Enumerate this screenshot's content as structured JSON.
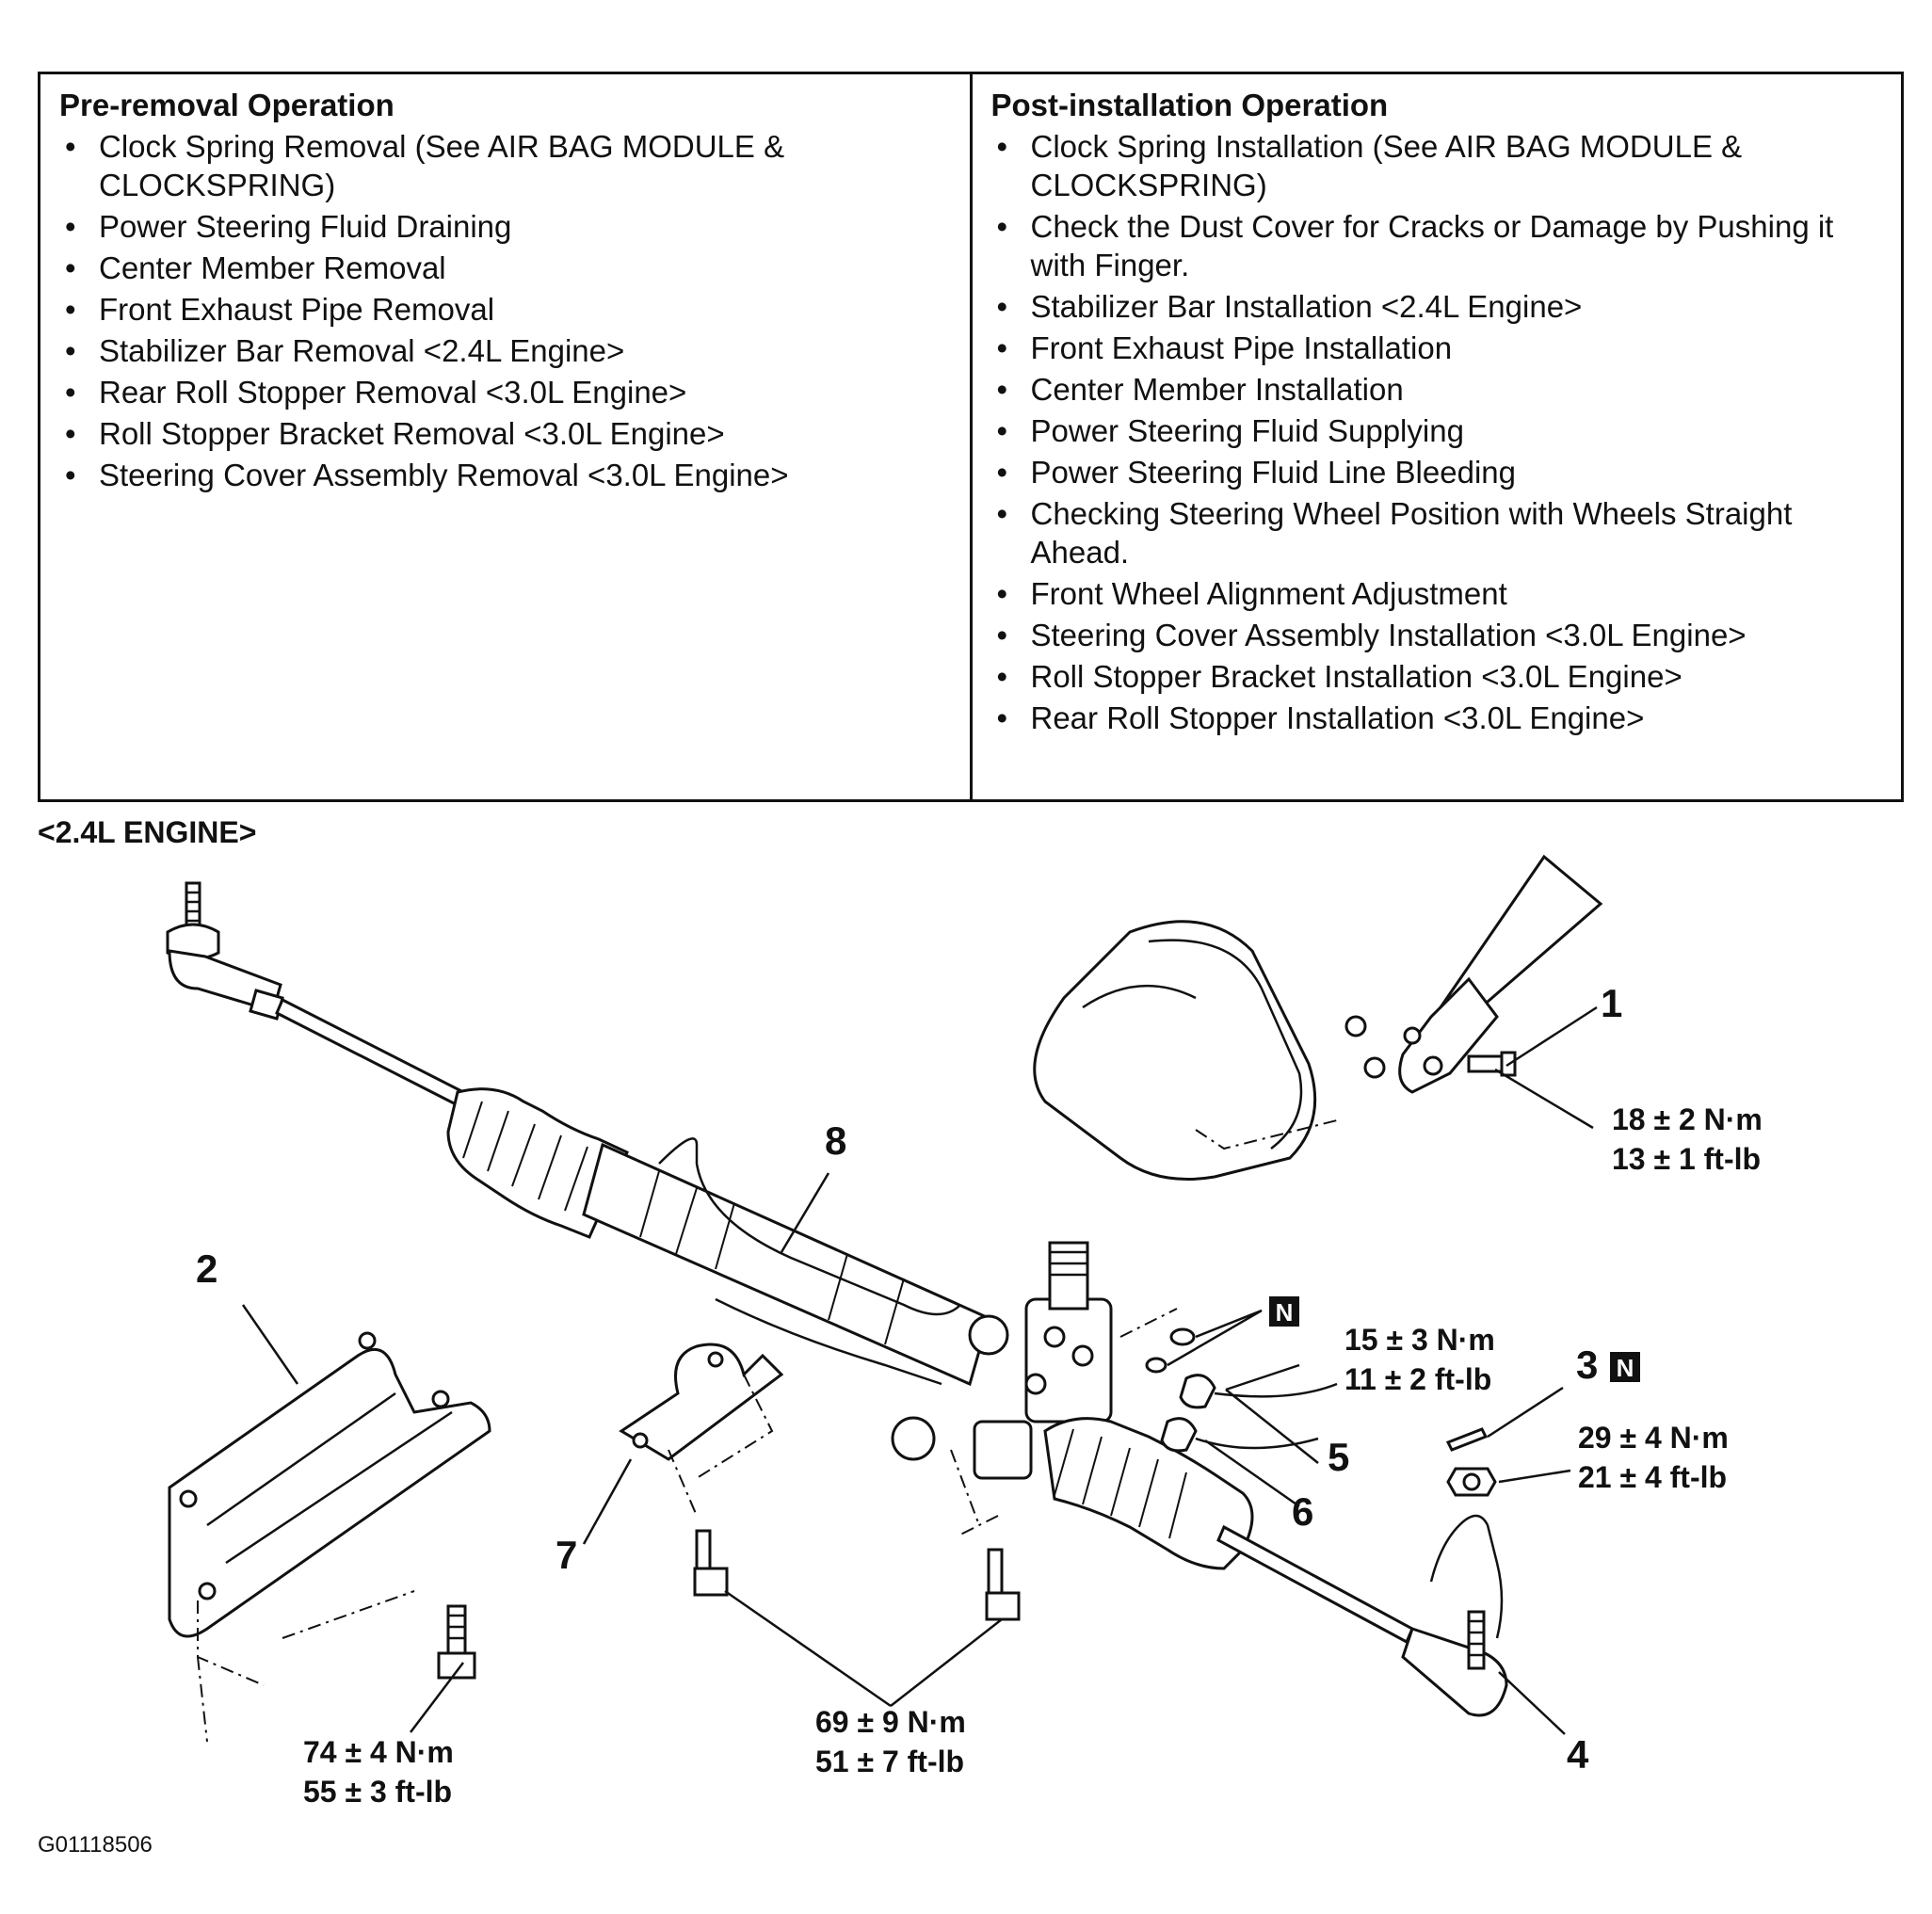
{
  "pre_removal": {
    "title": "Pre-removal Operation",
    "items": [
      {
        "text": "Clock Spring Removal",
        "ref": " (See AIR BAG MODULE & CLOCKSPRING)"
      },
      {
        "text": "Power Steering Fluid Draining",
        "ref": ""
      },
      {
        "text": "Center Member Removal",
        "ref": ""
      },
      {
        "text": "Front Exhaust Pipe Removal",
        "ref": ""
      },
      {
        "text": "Stabilizer Bar Removal <2.4L Engine>",
        "ref": ""
      },
      {
        "text": "Rear Roll Stopper Removal <3.0L Engine>",
        "ref": ""
      },
      {
        "text": "Roll Stopper Bracket Removal <3.0L Engine>",
        "ref": ""
      },
      {
        "text": "Steering Cover Assembly Removal <3.0L Engine>",
        "ref": ""
      }
    ]
  },
  "post_installation": {
    "title": "Post-installation Operation",
    "items": [
      {
        "text": "Clock Spring Installation",
        "ref": " (See AIR BAG MODULE & CLOCKSPRING)"
      },
      {
        "text": "Check the Dust Cover for Cracks or Damage by Pushing it with Finger.",
        "ref": ""
      },
      {
        "text": "Stabilizer Bar Installation <2.4L Engine>",
        "ref": ""
      },
      {
        "text": "Front Exhaust Pipe Installation",
        "ref": ""
      },
      {
        "text": "Center Member Installation",
        "ref": ""
      },
      {
        "text": "Power Steering Fluid Supplying",
        "ref": ""
      },
      {
        "text": "Power Steering Fluid Line Bleeding",
        "ref": ""
      },
      {
        "text": "Checking Steering Wheel Position with Wheels Straight Ahead.",
        "ref": ""
      },
      {
        "text": "Front Wheel Alignment Adjustment",
        "ref": ""
      },
      {
        "text": "Steering Cover Assembly Installation <3.0L Engine>",
        "ref": ""
      },
      {
        "text": "Roll Stopper Bracket Installation <3.0L Engine>",
        "ref": ""
      },
      {
        "text": "Rear Roll Stopper Installation <3.0L Engine>",
        "ref": ""
      }
    ]
  },
  "diagram": {
    "engine_label": "<2.4L ENGINE>",
    "figure_id": "G01118506",
    "callouts": {
      "c1": "1",
      "c2": "2",
      "c3": "3",
      "c4": "4",
      "c5": "5",
      "c6": "6",
      "c7": "7",
      "c8": "8",
      "n_badge": "N"
    },
    "torques": {
      "t1_nm": "18 ± 2 N·m",
      "t1_ftlb": "13 ± 1 ft-lb",
      "t56_nm": "15 ± 3 N·m",
      "t56_ftlb": "11 ± 2 ft-lb",
      "t3_nm": "29 ± 4 N·m",
      "t3_ftlb": "21 ± 4 ft-lb",
      "t2_nm": "74 ± 4 N·m",
      "t2_ftlb": "55 ± 3 ft-lb",
      "t7_nm": "69 ± 9 N·m",
      "t7_ftlb": "51 ± 7 ft-lb"
    }
  }
}
